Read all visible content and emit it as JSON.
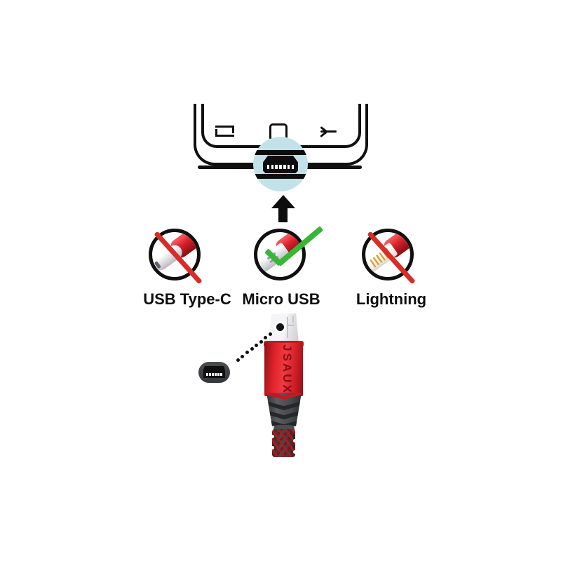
{
  "page": {
    "background_color": "#ffffff",
    "type": "product-compatibility-infographic"
  },
  "phone": {
    "nav_icons": [
      "recents-icon",
      "home-icon",
      "back-icon"
    ],
    "highlight_circle_color": "#c3e1e8",
    "highlighted_port": "micro-usb-port"
  },
  "arrow": {
    "icon": "up-arrow-icon",
    "color": "#0d0d0d"
  },
  "connectors": [
    {
      "label": "USB Type-C",
      "status": "incompatible",
      "status_icon": "red-slash-icon"
    },
    {
      "label": "Micro USB",
      "status": "compatible",
      "status_icon": "green-check-icon"
    },
    {
      "label": "Lightning",
      "status": "incompatible",
      "status_icon": "red-slash-icon"
    }
  ],
  "cable": {
    "brand": "JSAUX",
    "connector_type": "USB-A to Micro USB",
    "housing_color": "#e2242c",
    "braid_colors": [
      "#3a3b3d",
      "#a81b20"
    ]
  },
  "colors": {
    "check_green": "#38b637",
    "cross_red": "#d62d28",
    "boot_red": "#d8202b",
    "line_black": "#101010"
  }
}
